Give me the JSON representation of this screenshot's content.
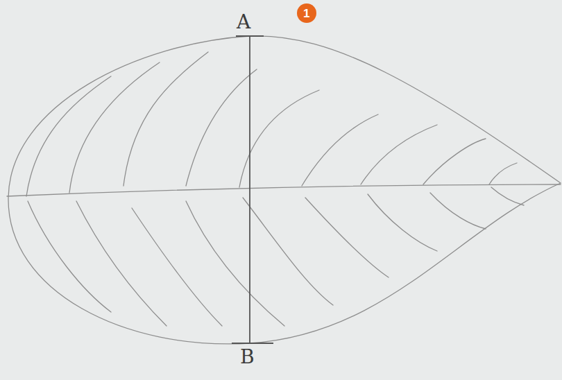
{
  "diagram": {
    "labels": [
      "1",
      "A",
      "B"
    ]
  }
}
